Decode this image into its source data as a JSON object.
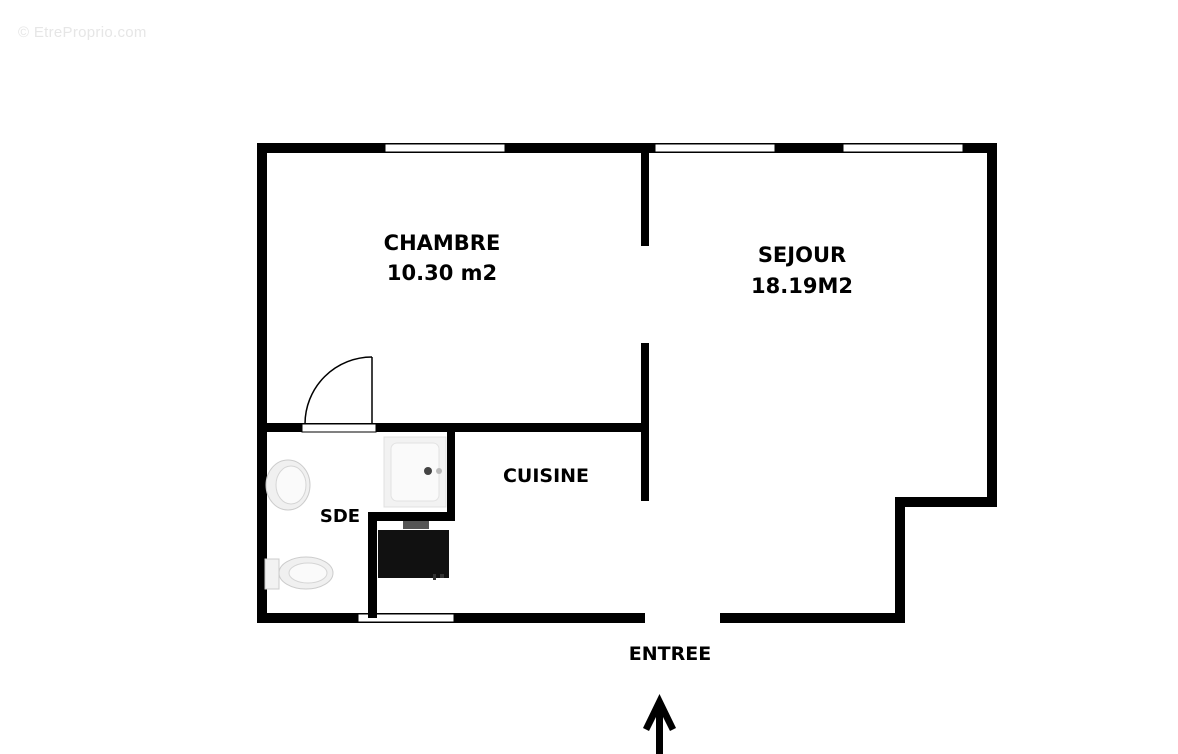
{
  "watermark": "© EtreProprio.com",
  "rooms": [
    {
      "name": "CHAMBRE",
      "area": "10.30 m2"
    },
    {
      "name": "SEJOUR",
      "area": "18.19M2"
    },
    {
      "name": "CUISINE",
      "area": ""
    },
    {
      "name": "SDE",
      "area": ""
    }
  ],
  "entrance": {
    "label": "ENTREE",
    "icon": "arrow-up-icon"
  },
  "colors": {
    "wall": "#000000",
    "background": "#ffffff",
    "fixture": "#e8e8e8"
  }
}
